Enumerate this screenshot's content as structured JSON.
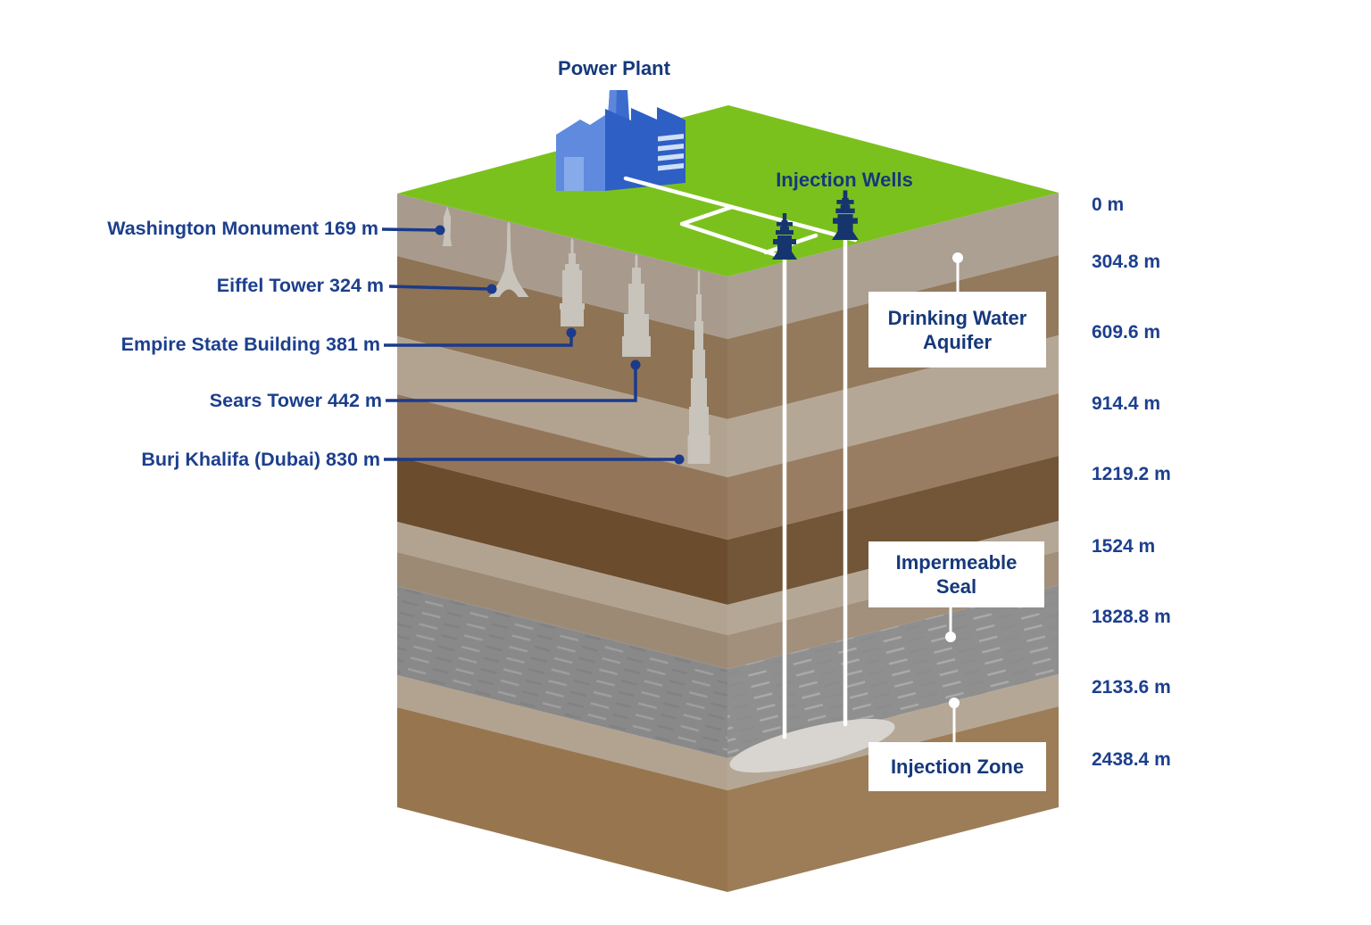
{
  "scene": {
    "power_plant_label": "Power Plant",
    "injection_wells_label": "Injection Wells"
  },
  "building_labels": [
    {
      "text": "Washington Monument 169 m"
    },
    {
      "text": "Eiffel Tower 324 m"
    },
    {
      "text": "Empire State Building 381 m"
    },
    {
      "text": "Sears Tower 442 m"
    },
    {
      "text": "Burj Khalifa (Dubai) 830 m"
    }
  ],
  "depth_labels": [
    "0 m",
    "304.8 m",
    "609.6 m",
    "914.4 m",
    "1219.2 m",
    "1524 m",
    "1828.8 m",
    "2133.6 m",
    "2438.4 m"
  ],
  "zone_boxes": [
    {
      "lines": [
        "Drinking Water",
        "Aquifer"
      ]
    },
    {
      "lines": [
        "Impermeable",
        "Seal"
      ]
    },
    {
      "lines": [
        "Injection Zone"
      ]
    }
  ],
  "icons": {
    "power_plant": "factory-icon",
    "injection_well": "wellhead-valve-icon",
    "buildings": [
      "washington-monument-icon",
      "eiffel-tower-icon",
      "empire-state-building-icon",
      "sears-tower-icon",
      "burj-khalifa-icon"
    ]
  },
  "colors": {
    "grass": "#7bc11e",
    "layers": [
      "#a89b8d",
      "#8e7355",
      "#b2a391",
      "#93765a",
      "#6b4d2d",
      "#b2a391",
      "#9d8a75",
      "#898989",
      "#b2a391",
      "#97764f"
    ],
    "seal_dashes": [
      "#9e9e9e",
      "#818181"
    ],
    "lens": "#d8d5d0",
    "building": "#c8c3bb",
    "well_navy": "#16356e",
    "leader": "#1b3a8c",
    "pipe": "#ffffff",
    "label_blue": "#1c3f8e",
    "box_navy": "#16387b",
    "plant_left": "#5f8ade",
    "plant_right": "#2e5fc5",
    "plant_chimney": "#3b6bcd",
    "plant_chimney_light": "#5d86dc",
    "plant_door": "#87aaea",
    "plant_stripe": "#cfdff7"
  }
}
